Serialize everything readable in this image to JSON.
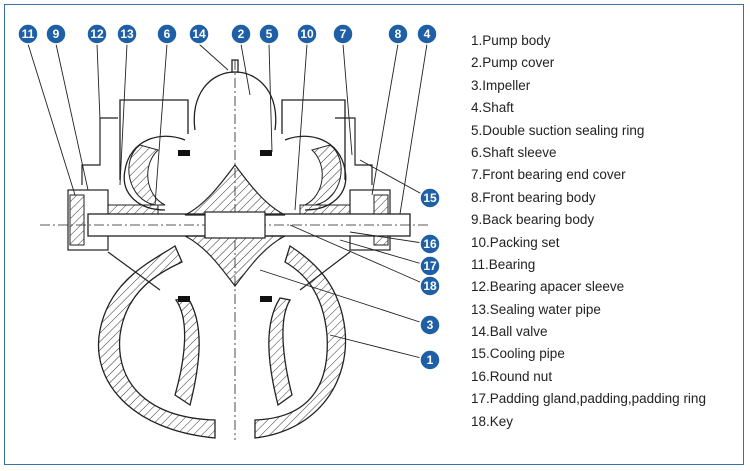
{
  "callouts": [
    {
      "id": "c11",
      "label": "11"
    },
    {
      "id": "c9",
      "label": "9"
    },
    {
      "id": "c12",
      "label": "12"
    },
    {
      "id": "c13",
      "label": "13"
    },
    {
      "id": "c6",
      "label": "6"
    },
    {
      "id": "c14",
      "label": "14"
    },
    {
      "id": "c2",
      "label": "2"
    },
    {
      "id": "c5",
      "label": "5"
    },
    {
      "id": "c10",
      "label": "10"
    },
    {
      "id": "c7",
      "label": "7"
    },
    {
      "id": "c8",
      "label": "8"
    },
    {
      "id": "c4",
      "label": "4"
    },
    {
      "id": "c15",
      "label": "15"
    },
    {
      "id": "c16",
      "label": "16"
    },
    {
      "id": "c17",
      "label": "17"
    },
    {
      "id": "c18",
      "label": "18"
    },
    {
      "id": "c3",
      "label": "3"
    },
    {
      "id": "c1",
      "label": "1"
    }
  ],
  "legend": [
    "1.Pump body",
    "2.Pump cover",
    "3.Impeller",
    "4.Shaft",
    "5.Double suction sealing ring",
    "6.Shaft sleeve",
    "7.Front bearing end cover",
    "8.Front bearing body",
    "9.Back bearing body",
    "10.Packing set",
    "11.Bearing",
    "12.Bearing apacer sleeve",
    "13.Sealing water pipe",
    "14.Ball valve",
    "15.Cooling pipe",
    "16.Round nut",
    "17.Padding gland,padding,padding ring",
    "18.Key"
  ],
  "colors": {
    "callout_fill": "#1f5fa6",
    "frame": "#3a6fa8",
    "line": "#222222"
  }
}
